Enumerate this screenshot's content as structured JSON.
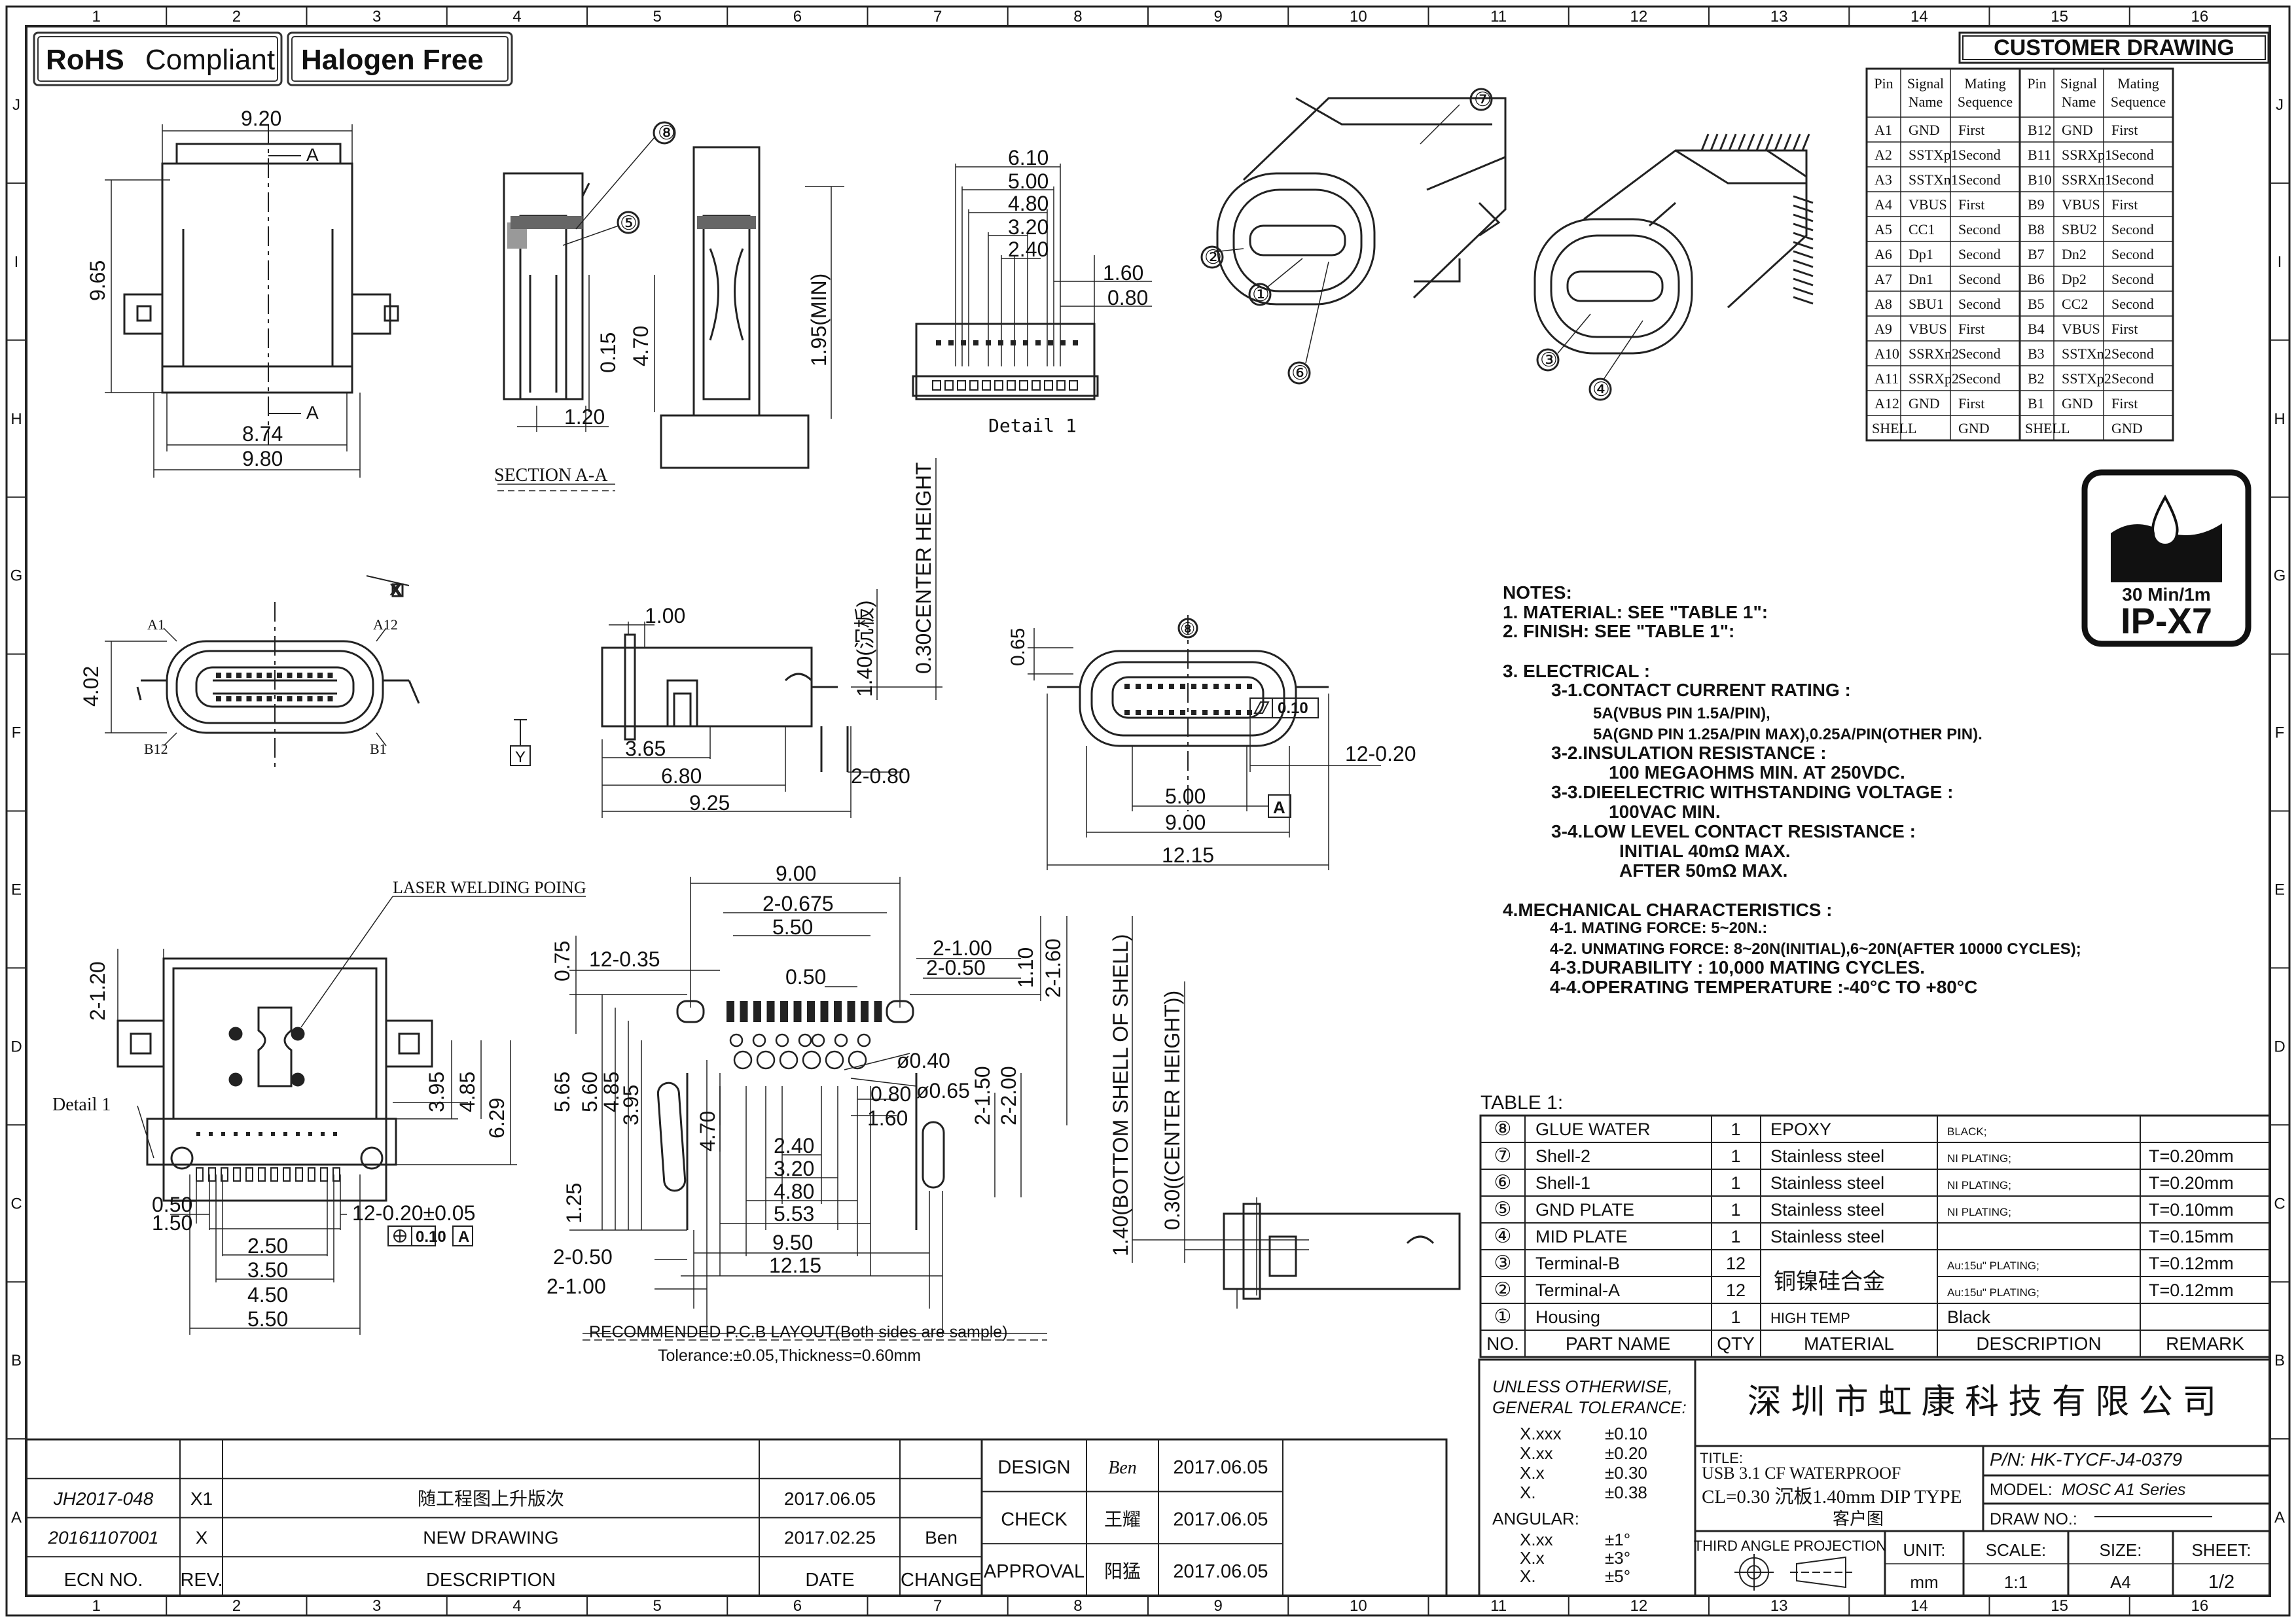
{
  "badges": {
    "rohs_bold": "RoHS",
    "rohs_rest": "Compliant",
    "halogen": "Halogen Free"
  },
  "header": {
    "customer_drawing": "CUSTOMER DRAWING"
  },
  "grid": {
    "cols": [
      "1",
      "2",
      "3",
      "4",
      "5",
      "6",
      "7",
      "8",
      "9",
      "10",
      "11",
      "12",
      "13",
      "14",
      "15",
      "16"
    ],
    "rows": [
      "J",
      "I",
      "H",
      "G",
      "F",
      "E",
      "D",
      "C",
      "B",
      "A"
    ]
  },
  "dims": {
    "top_920": "9.20",
    "top_965": "9.65",
    "top_874": "8.74",
    "top_980": "9.80",
    "a_top": "A",
    "a_bot": "A",
    "sec_8": "⑧",
    "sec_5": "⑤",
    "sec_015": "0.15",
    "sec_470": "4.70",
    "sec_120": "1.20",
    "section_aa": "SECTION A-A",
    "det_610": "6.10",
    "det_500": "5.00",
    "det_480": "4.80",
    "det_320": "3.20",
    "det_240": "2.40",
    "det_160": "1.60",
    "det_080": "0.80",
    "det_195": "1.95(MIN)",
    "detail1_title": "Detail 1",
    "front_402": "4.02",
    "front_a1": "A1",
    "front_a12": "A12",
    "front_b12": "B12",
    "front_b1": "B1",
    "datum_x": "X",
    "datum_y": "Y",
    "side_100": "1.00",
    "side_140": "1.40(沉板)",
    "side_030ch": "0.30CENTER HEIGHT",
    "side_365": "3.65",
    "side_680": "6.80",
    "side_925": "9.25",
    "side_2080": "2-0.80",
    "fr2_065": "0.65",
    "fr2_8": "⑧",
    "fr2_flat_val": "0.10",
    "fr2_12020": "12-0.20",
    "fr2_500": "5.00",
    "fr2_900": "9.00",
    "fr2_1215": "12.15",
    "fr2_a": "A",
    "bot_2120": "2-1.20",
    "bot_laser": "LASER WELDING POING",
    "bot_detail": "Detail 1",
    "bot_395": "3.95",
    "bot_485": "4.85",
    "bot_629": "6.29",
    "bot_050": "0.50",
    "bot_150": "1.50",
    "bot_250": "2.50",
    "bot_350": "3.50",
    "bot_450": "4.50",
    "bot_550": "5.50",
    "bot_12020": "12-0.20±0.05",
    "bot_pos": "0.10",
    "bot_pos_a": "A",
    "pcb_900": "9.00",
    "pcb_20675": "2-0.675",
    "pcb_550": "5.50",
    "pcb_075": "0.75",
    "pcb_12035": "12-0.35",
    "pcb_050": "0.50",
    "pcb_2100": "2-1.00",
    "pcb_2050": "2-0.50",
    "pcb_110": "1.10",
    "pcb_2160": "2-1.60",
    "pcb_565": "5.65",
    "pcb_560": "5.60",
    "pcb_485": "4.85",
    "pcb_395": "3.95",
    "pcb_470": "4.70",
    "pcb_040": "ø0.40",
    "pcb_065": "ø0.65",
    "pcb_080": "0.80",
    "pcb_160": "1.60",
    "pcb_2150": "2-1.50",
    "pcb_2200": "2-2.00",
    "pcb_240": "2.40",
    "pcb_320": "3.20",
    "pcb_480": "4.80",
    "pcb_553": "5.53",
    "pcb_125": "1.25",
    "pcb_950": "9.50",
    "pcb_2050b": "2-0.50",
    "pcb_1215": "12.15",
    "pcb_2100b": "2-1.00",
    "pcb_title": "RECOMMENDED P.C.B LAYOUT(Both sides are sample)",
    "pcb_tol": "Tolerance:±0.05,Thickness=0.60mm",
    "sh_140": "1.40(BOTTOM SHELL OF SHELL)",
    "sh_030": "0.30((CENTER HEIGHT))",
    "iso_7": "⑦",
    "iso_2": "②",
    "iso_1": "①",
    "iso_6": "⑥",
    "iso_3": "③",
    "iso_4": "④"
  },
  "pin_table": {
    "headers": [
      "Pin",
      "Signal Name",
      "Mating Sequence",
      "Pin",
      "Signal Name",
      "Mating Sequence"
    ],
    "rows": [
      [
        "A1",
        "GND",
        "First",
        "B12",
        "GND",
        "First"
      ],
      [
        "A2",
        "SSTXp1",
        "Second",
        "B11",
        "SSRXp1",
        "Second"
      ],
      [
        "A3",
        "SSTXn1",
        "Second",
        "B10",
        "SSRXn1",
        "Second"
      ],
      [
        "A4",
        "VBUS",
        "First",
        "B9",
        "VBUS",
        "First"
      ],
      [
        "A5",
        "CC1",
        "Second",
        "B8",
        "SBU2",
        "Second"
      ],
      [
        "A6",
        "Dp1",
        "Second",
        "B7",
        "Dn2",
        "Second"
      ],
      [
        "A7",
        "Dn1",
        "Second",
        "B6",
        "Dp2",
        "Second"
      ],
      [
        "A8",
        "SBU1",
        "Second",
        "B5",
        "CC2",
        "Second"
      ],
      [
        "A9",
        "VBUS",
        "First",
        "B4",
        "VBUS",
        "First"
      ],
      [
        "A10",
        "SSRXn2",
        "Second",
        "B3",
        "SSTXn2",
        "Second"
      ],
      [
        "A11",
        "SSRXp2",
        "Second",
        "B2",
        "SSTXp2",
        "Second"
      ],
      [
        "A12",
        "GND",
        "First",
        "B1",
        "GND",
        "First"
      ],
      [
        "SHELL",
        "",
        "GND",
        "SHELL",
        "",
        "GND"
      ]
    ]
  },
  "ipx7": {
    "time": "30 Min/1m",
    "rating": "IP-X7"
  },
  "notes": {
    "lines": [
      "NOTES:",
      "1. MATERIAL: SEE \"TABLE 1\":",
      "2. FINISH: SEE \"TABLE 1\":",
      "3. ELECTRICAL :",
      "3-1.CONTACT CURRENT RATING :",
      "5A(VBUS PIN 1.5A/PIN),",
      "5A(GND PIN 1.25A/PIN MAX),0.25A/PIN(OTHER PIN).",
      "3-2.INSULATION RESISTANCE :",
      "100 MEGAOHMS MIN. AT 250VDC.",
      "3-3.DIEELECTRIC WITHSTANDING VOLTAGE :",
      "100VAC MIN.",
      "3-4.LOW LEVEL CONTACT RESISTANCE :",
      "INITIAL 40mΩ MAX.",
      "AFTER 50mΩ MAX.",
      "4.MECHANICAL CHARACTERISTICS :",
      "4-1. MATING FORCE: 5~20N.:",
      "4-2. UNMATING FORCE: 8~20N(INITIAL),6~20N(AFTER 10000 CYCLES);",
      "4-3.DURABILITY : 10,000 MATING CYCLES.",
      "4-4.OPERATING TEMPERATURE :-40°C TO +80°C"
    ]
  },
  "bom": {
    "title": "TABLE 1:",
    "headers": [
      "NO.",
      "PART NAME",
      "QTY",
      "MATERIAL",
      "DESCRIPTION",
      "REMARK"
    ],
    "rows": [
      {
        "no": "⑧",
        "name": "GLUE WATER",
        "qty": "1",
        "material": "EPOXY",
        "desc": "BLACK;",
        "remark": ""
      },
      {
        "no": "⑦",
        "name": "Shell-2",
        "qty": "1",
        "material": "Stainless steel",
        "desc": "NI PLATING;",
        "remark": "T=0.20mm"
      },
      {
        "no": "⑥",
        "name": "Shell-1",
        "qty": "1",
        "material": "Stainless steel",
        "desc": "NI PLATING;",
        "remark": "T=0.20mm"
      },
      {
        "no": "⑤",
        "name": "GND PLATE",
        "qty": "1",
        "material": "Stainless steel",
        "desc": "NI PLATING;",
        "remark": "T=0.10mm"
      },
      {
        "no": "④",
        "name": "MID PLATE",
        "qty": "1",
        "material": "Stainless steel",
        "desc": "",
        "remark": "T=0.15mm"
      },
      {
        "no": "③",
        "name": "Terminal-B",
        "qty": "12",
        "material": "",
        "desc": "Au:15u\" PLATING;",
        "remark": "T=0.12mm"
      },
      {
        "no": "②",
        "name": "Terminal-A",
        "qty": "12",
        "material": "",
        "desc": "Au:15u\" PLATING;",
        "remark": "T=0.12mm"
      },
      {
        "no": "①",
        "name": "Housing",
        "qty": "1",
        "material": "HIGH TEMP",
        "desc": "Black",
        "remark": ""
      }
    ],
    "merged_material": "铜镍硅合金"
  },
  "title_block": {
    "tolerance": [
      "UNLESS OTHERWISE,",
      "GENERAL TOLERANCE:"
    ],
    "tol_rows": [
      [
        "X.xxx",
        "±0.10"
      ],
      [
        "X.xx",
        "±0.20"
      ],
      [
        "X.x",
        "±0.30"
      ],
      [
        "X.",
        "±0.38"
      ]
    ],
    "angular": "ANGULAR:",
    "ang_rows": [
      [
        "X.xx",
        "±1°"
      ],
      [
        "X.x",
        "±3°"
      ],
      [
        "X.",
        "±5°"
      ]
    ],
    "company": "深 圳 市 虹 康 科 技 有 限 公 司",
    "title_label": "TITLE:",
    "title_lines": [
      "USB 3.1 CF WATERPROOF",
      "CL=0.30 沉板1.40mm DIP TYPE",
      "客户图"
    ],
    "pn": "P/N: HK-TYCF-J4-0379",
    "model": "MODEL:",
    "model_val": "MOSC A1 Series",
    "draw_no": "DRAW NO.:",
    "projection": "THIRD ANGLE PROJECTION",
    "unit_label": "UNIT:",
    "unit_val": "mm",
    "scale_label": "SCALE:",
    "scale_val": "1:1",
    "size_label": "SIZE:",
    "size_val": "A4",
    "sheet_label": "SHEET:",
    "sheet_val": "1/2"
  },
  "approvals": [
    {
      "label": "DESIGN",
      "name": "Ben",
      "date": "2017.06.05"
    },
    {
      "label": "CHECK",
      "name": "王耀",
      "date": "2017.06.05"
    },
    {
      "label": "APPROVAL",
      "name": "阳猛",
      "date": "2017.06.05"
    }
  ],
  "revisions": {
    "headers": [
      "ECN NO.",
      "REV.",
      "DESCRIPTION",
      "DATE",
      "CHANGE"
    ],
    "rows": [
      {
        "ecn": "JH2017-048",
        "rev": "X1",
        "desc": "随工程图上升版次",
        "date": "2017.06.05",
        "change": ""
      },
      {
        "ecn": "20161107001",
        "rev": "X",
        "desc": "NEW DRAWING",
        "date": "2017.02.25",
        "change": "Ben"
      }
    ]
  }
}
